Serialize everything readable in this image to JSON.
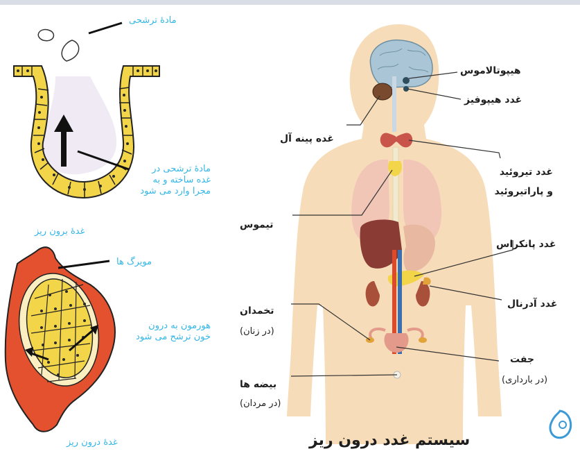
{
  "exocrine": {
    "secretion_label": "مادهٔ ترشحی",
    "process_label": [
      "مادهٔ ترشحی در",
      "غده ساخته و به",
      "مجرا وارد می شود"
    ],
    "caption": "غدهٔ برون ریز"
  },
  "endocrine_cell": {
    "capillaries_label": "مویرگ ها",
    "hormone_label": [
      "هورمون به درون",
      "خون ترشح می شود"
    ],
    "caption": "غدهٔ درون ریز"
  },
  "body_diagram": {
    "hypothalamus": "هیپوتالاموس",
    "pituitary": "غدد هیپوفیز",
    "pineal": "غده پینه آل",
    "thyroid": [
      "غدد تیروئید",
      "و پاراتیروئید"
    ],
    "thymus": "تیموس",
    "pancreas": "غدد پانکراس",
    "adrenal": "غدد آدرنال",
    "ovaries": "تخمدان",
    "ovaries_note": "(در زنان)",
    "placenta": "جفت",
    "placenta_note": "(در بارداری)",
    "testes": "بیضه ها",
    "testes_note": "(در مردان)",
    "title": "سیستم غدد درون ریز"
  },
  "colors": {
    "label_cyan": "#33b6e6",
    "skin": "#f6dcb8",
    "gland_yellow": "#f3d54a",
    "vessel_red": "#dc4a2c",
    "lung_pink": "#f1c6b6",
    "liver": "#8a3b33",
    "brain": "#aac6d6",
    "logo_blue": "#3b9ad6"
  },
  "icons": [
    "arrow-icon",
    "logo-icon"
  ]
}
